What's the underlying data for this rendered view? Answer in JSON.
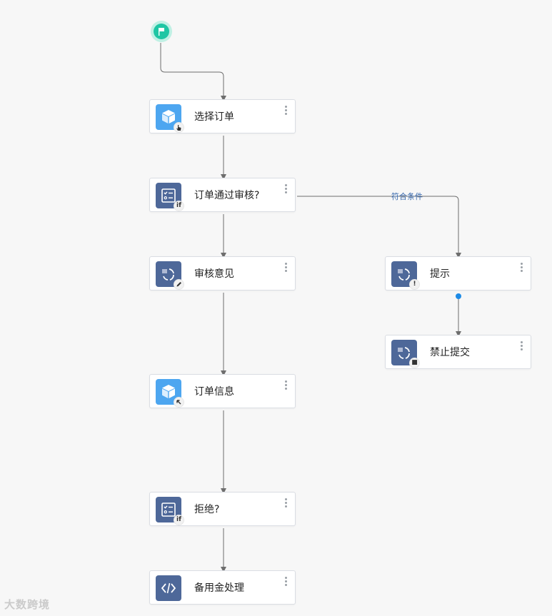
{
  "diagram": {
    "start": {
      "icon": "flag-icon"
    },
    "nodes": [
      {
        "id": "n1",
        "label": "选择订单",
        "icon_style": "light",
        "icon": "cube-icon",
        "badge": "pointer-hand",
        "badge_text": ""
      },
      {
        "id": "n2",
        "label": "订单通过审核?",
        "icon_style": "dark",
        "icon": "checklist-icon",
        "badge": "if",
        "badge_text": "if"
      },
      {
        "id": "n3",
        "label": "审核意见",
        "icon_style": "dark",
        "icon": "form-loop-icon",
        "badge": "edit",
        "badge_text": ""
      },
      {
        "id": "n4",
        "label": "订单信息",
        "icon_style": "light",
        "icon": "cube-icon",
        "badge": "arrow-out",
        "badge_text": ""
      },
      {
        "id": "n5",
        "label": "拒绝?",
        "icon_style": "dark",
        "icon": "checklist-icon",
        "badge": "if",
        "badge_text": "if"
      },
      {
        "id": "n6",
        "label": "备用金处理",
        "icon_style": "dark",
        "icon": "code-icon",
        "badge": "",
        "badge_text": ""
      },
      {
        "id": "n7",
        "label": "提示",
        "icon_style": "dark",
        "icon": "form-loop-icon",
        "badge": "alert",
        "badge_text": "!"
      },
      {
        "id": "n8",
        "label": "禁止提交",
        "icon_style": "dark",
        "icon": "form-loop-icon",
        "badge": "stop",
        "badge_text": "■"
      }
    ],
    "edges": [
      {
        "from": "start",
        "to": "n1"
      },
      {
        "from": "n1",
        "to": "n2"
      },
      {
        "from": "n2",
        "to": "n3"
      },
      {
        "from": "n3",
        "to": "n4"
      },
      {
        "from": "n4",
        "to": "n5"
      },
      {
        "from": "n5",
        "to": "n6"
      },
      {
        "from": "n2",
        "to": "n7",
        "label": "符合条件"
      },
      {
        "from": "n7",
        "to": "n8"
      }
    ],
    "colors": {
      "edge": "#6e6e6e",
      "start": "#1ec6a4",
      "node_icon_light": "#4da6f0",
      "node_icon_dark": "#4e6899",
      "edge_label": "#3a6bb0",
      "connector_dot": "#1e8be6"
    }
  },
  "watermark": "大数跨境"
}
